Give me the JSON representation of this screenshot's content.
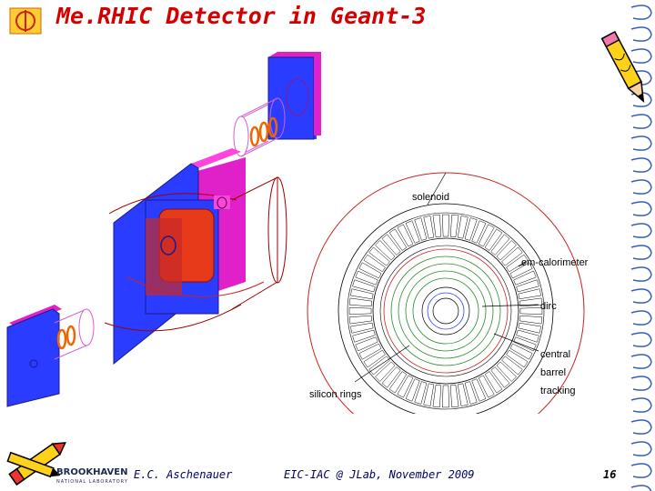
{
  "slide": {
    "title": "Me.RHIC Detector in Geant-3",
    "page_number": "16"
  },
  "footer": {
    "author": "E.C. Aschenauer",
    "event": "EIC-IAC @ JLab, November 2009",
    "lab_name": "BROOKHAVEN",
    "lab_sub": "NATIONAL LABORATORY"
  },
  "schematic": {
    "labels": {
      "solenoid": "solenoid",
      "em_calorimeter": "em-calorimeter",
      "dirc": "dirc",
      "central": "central",
      "barrel": "barrel",
      "tracking": "tracking",
      "silicon_rings": "silicon rings"
    }
  },
  "colors": {
    "title": "#d40000",
    "detector_blue": "#2a3cff",
    "detector_magenta": "#e020c8",
    "detector_red": "#e63a1a"
  },
  "icons": [
    "bnl-logo-icon",
    "pencil-icon",
    "crayon-icon",
    "spiral-binding-icon"
  ]
}
